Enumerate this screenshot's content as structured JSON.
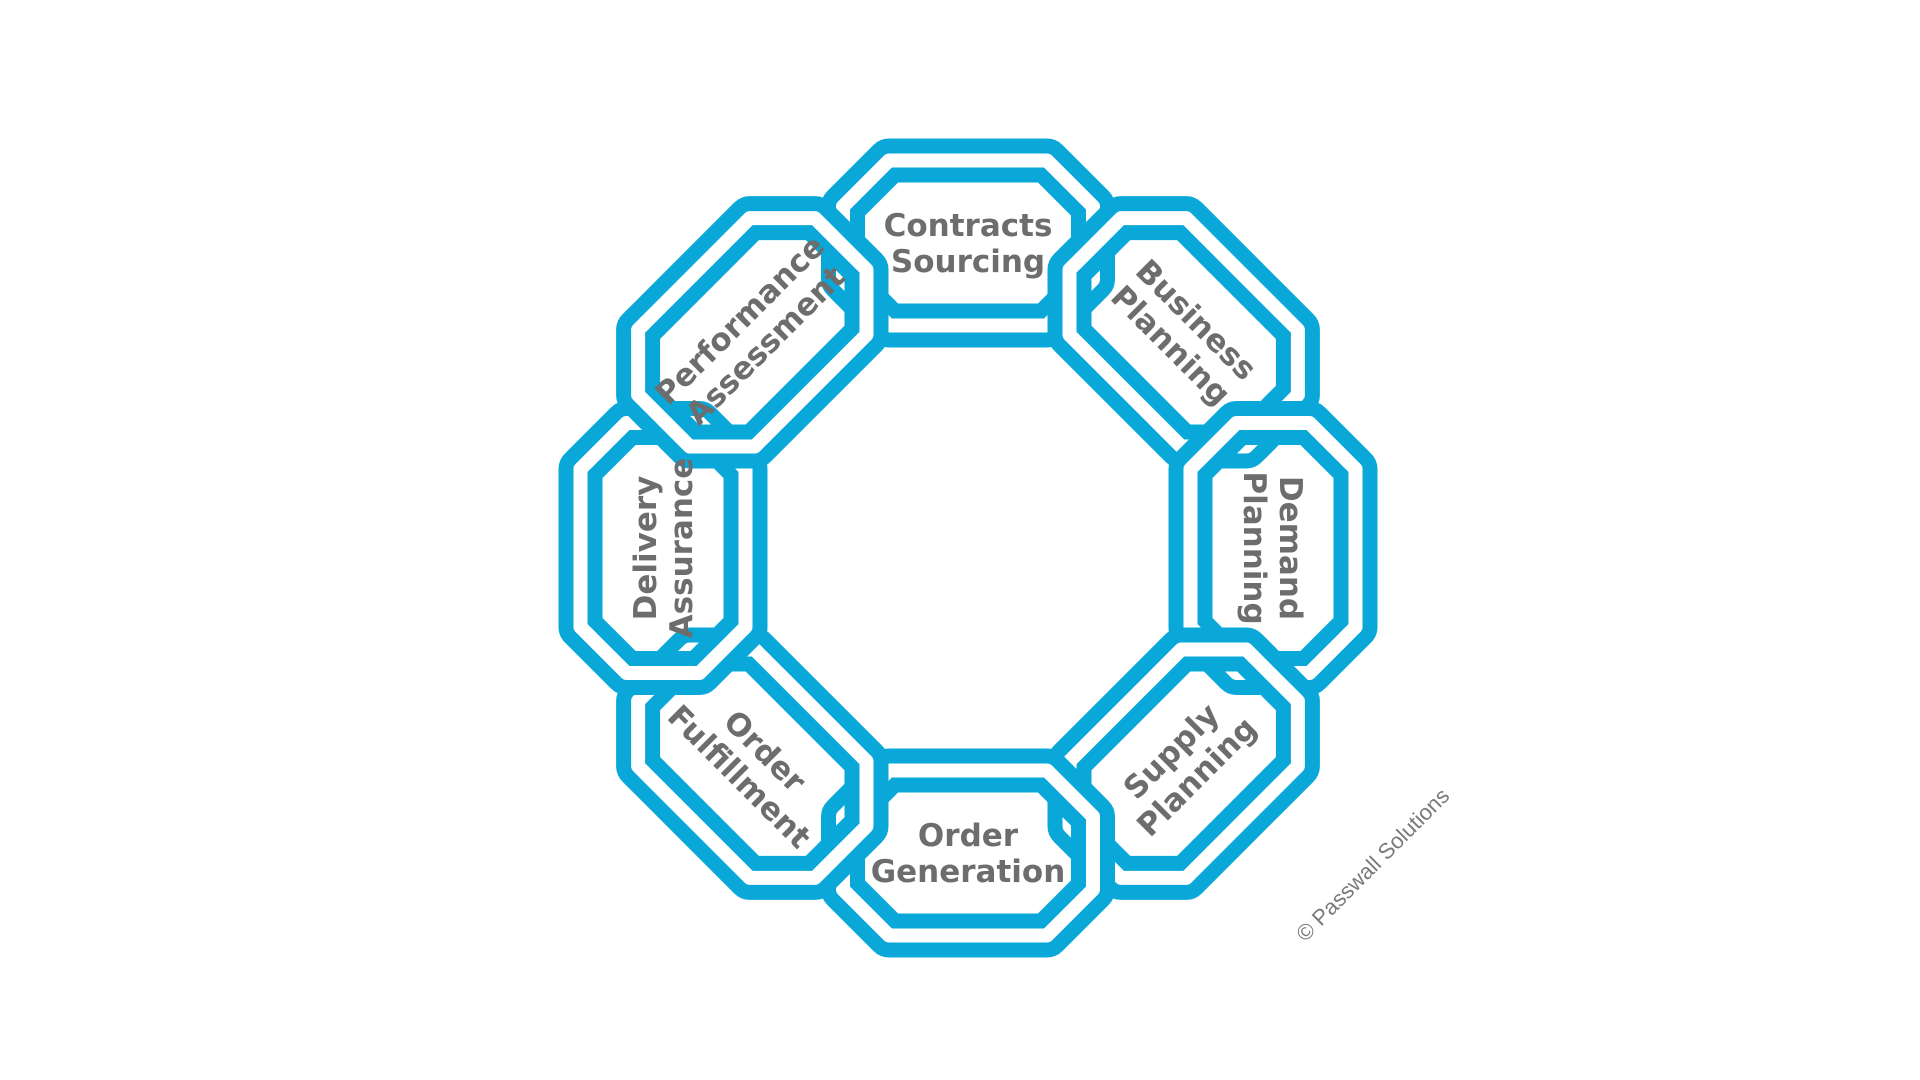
{
  "colors": {
    "chain": "#0aa8d8",
    "link_gap": "#ffffff",
    "label_text": "#6d6d6d",
    "copyright_text": "#7a7a7a",
    "background": "#ffffff"
  },
  "links": [
    {
      "id": "contracts-sourcing",
      "lines": [
        "Contracts",
        "Sourcing"
      ]
    },
    {
      "id": "business-planning",
      "lines": [
        "Business",
        "Planning"
      ]
    },
    {
      "id": "demand-planning",
      "lines": [
        "Demand",
        "Planning"
      ]
    },
    {
      "id": "supply-planning",
      "lines": [
        "Supply",
        "Planning"
      ]
    },
    {
      "id": "order-generation",
      "lines": [
        "Order",
        "Generation"
      ]
    },
    {
      "id": "order-fulfillment",
      "lines": [
        "Order",
        "Fulfillment"
      ]
    },
    {
      "id": "delivery-assurance",
      "lines": [
        "Delivery",
        "Assurance"
      ]
    },
    {
      "id": "performance-assessment",
      "lines": [
        "Performance",
        "Assessment"
      ]
    }
  ],
  "copyright": "© Passwall Solutions"
}
